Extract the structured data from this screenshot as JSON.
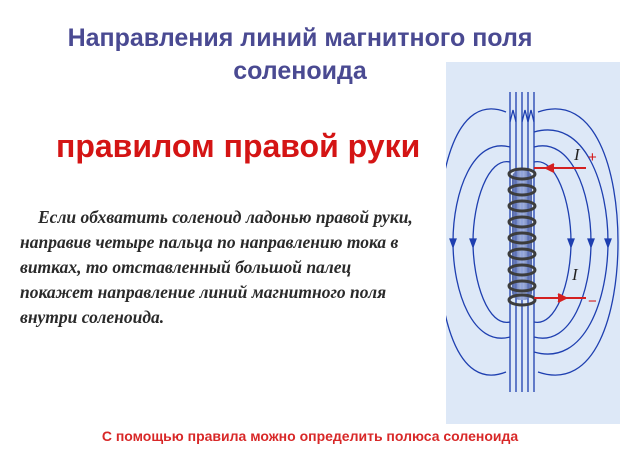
{
  "title": "Направления линий магнитного поля соленоида",
  "subtitle": "правилом правой руки",
  "rule_text": "Если обхватить соленоид ладонью правой руки, направив четыре пальца по направлению тока в витках, то отставленный большой палец покажет направление линий магнитного поля внутри соленоида.",
  "diagram": {
    "label_current_top": "I",
    "sign_top": "+",
    "label_current_bottom": "I",
    "sign_bottom": "−",
    "colors": {
      "field_lines": "#1e3fb0",
      "coil": "#3c3c3c",
      "core": "#7a8fc8",
      "wire": "#d42020",
      "background": "#dde8f7"
    }
  },
  "bottom_note": "С помощью правила можно определить полюса соленоида"
}
